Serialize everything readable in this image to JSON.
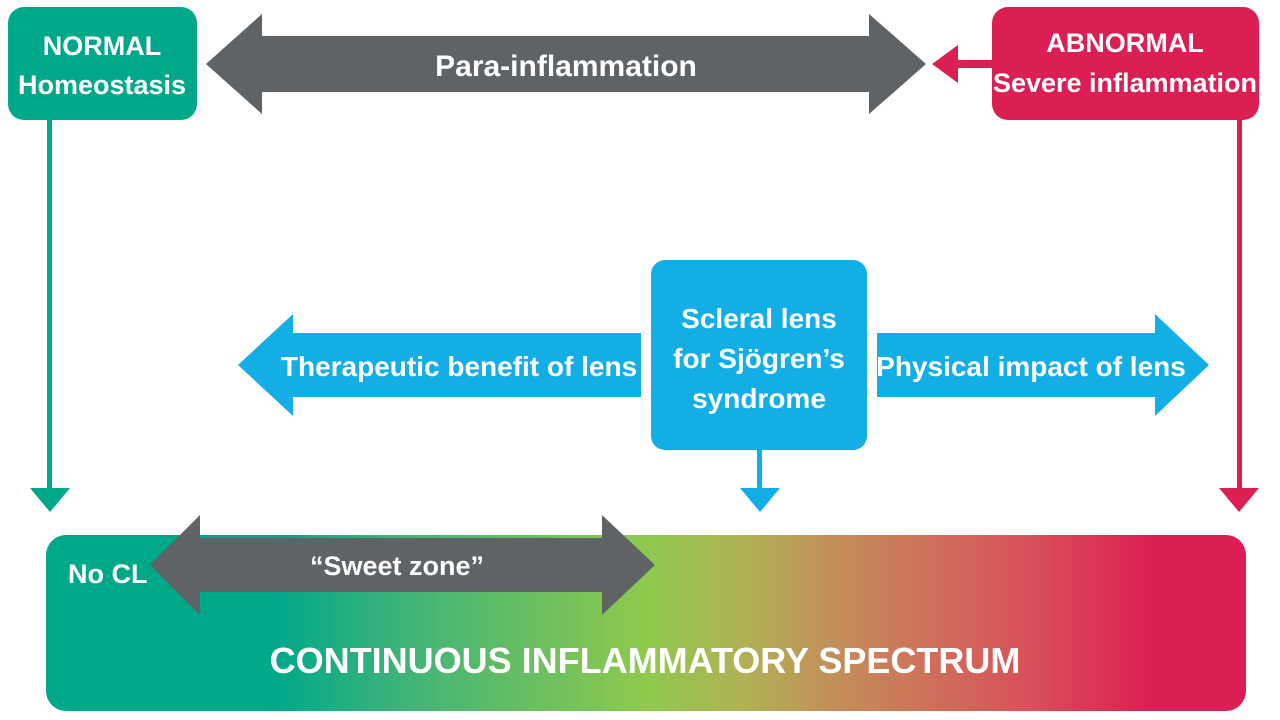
{
  "normal_box": {
    "line1": "NORMAL",
    "line2": "Homeostasis",
    "color": "#00a88a"
  },
  "abnormal_box": {
    "line1": "ABNORMAL",
    "line2": "Severe inflammation",
    "color": "#dc1f52"
  },
  "para_arrow": {
    "label": "Para-inflammation",
    "color": "#5f6366"
  },
  "center_box": {
    "line1": "Scleral lens",
    "line2": "for Sjögren’s",
    "line3": "syndrome",
    "color": "#12aee5"
  },
  "left_arrow": {
    "label": "Therapeutic benefit of lens",
    "color": "#12aee5"
  },
  "right_arrow": {
    "label": "Physical impact of lens",
    "color": "#12aee5"
  },
  "spectrum_bar": {
    "title": "CONTINUOUS INFLAMMATORY SPECTRUM",
    "start_label": "No CL",
    "colors": [
      "#00a88a",
      "#8fc94c",
      "#dc1f52"
    ]
  },
  "sweet_zone": {
    "label": "“Sweet zone”",
    "color": "#5f6366"
  }
}
